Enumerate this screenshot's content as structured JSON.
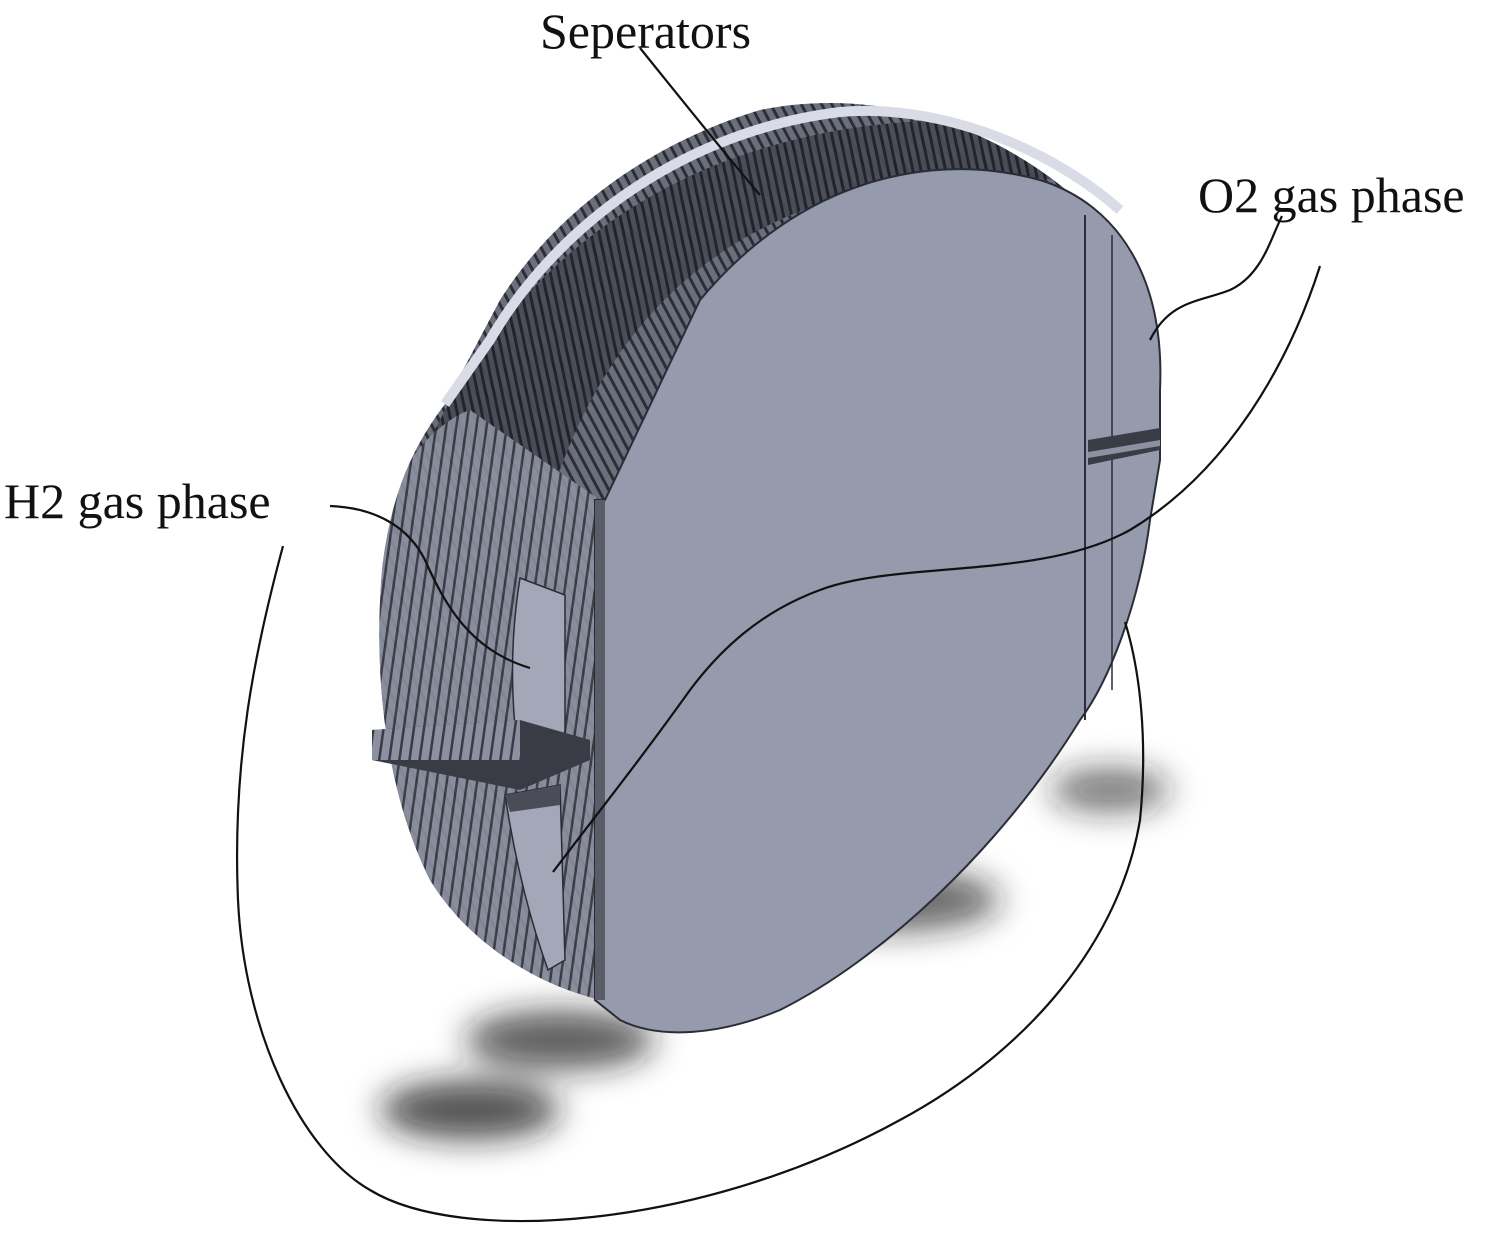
{
  "labels": {
    "separators": "Seperators",
    "o2_gas_phase": "O2 gas phase",
    "h2_gas_phase": "H2 gas phase"
  },
  "colors": {
    "face": "#959aac",
    "face_edge": "#2a2c38",
    "stack_dark": "#2b2d33",
    "stack_mid": "#5a5d68",
    "stack_light": "#aeb2c2",
    "rim": "#d9dbe6",
    "shadow": "#1a1a1a",
    "leader": "#111111"
  }
}
